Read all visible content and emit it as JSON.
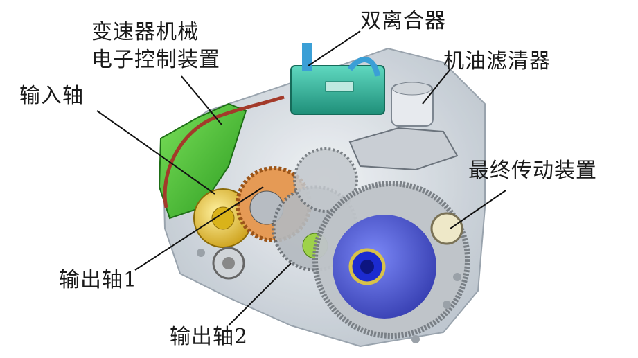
{
  "labels": {
    "tcu_line1": "变速器机械",
    "tcu_line2": "电子控制装置",
    "input_shaft": "输入轴",
    "dual_clutch": "双离合器",
    "oil_filter": "机油滤清器",
    "final_drive": "最终传动装置",
    "output_shaft_1": "输出轴1",
    "output_shaft_2": "输出轴2"
  },
  "colors": {
    "housing": "#cfd6de",
    "tcu_green": "#3fbf2f",
    "cooler_teal": "#2fb39a",
    "gear_gray": "#a8aeb4",
    "gear_orange": "#e0863a",
    "ring_blue": "#2233cc",
    "yellow_bearing": "#e8c21a",
    "leader_line": "#111111"
  }
}
